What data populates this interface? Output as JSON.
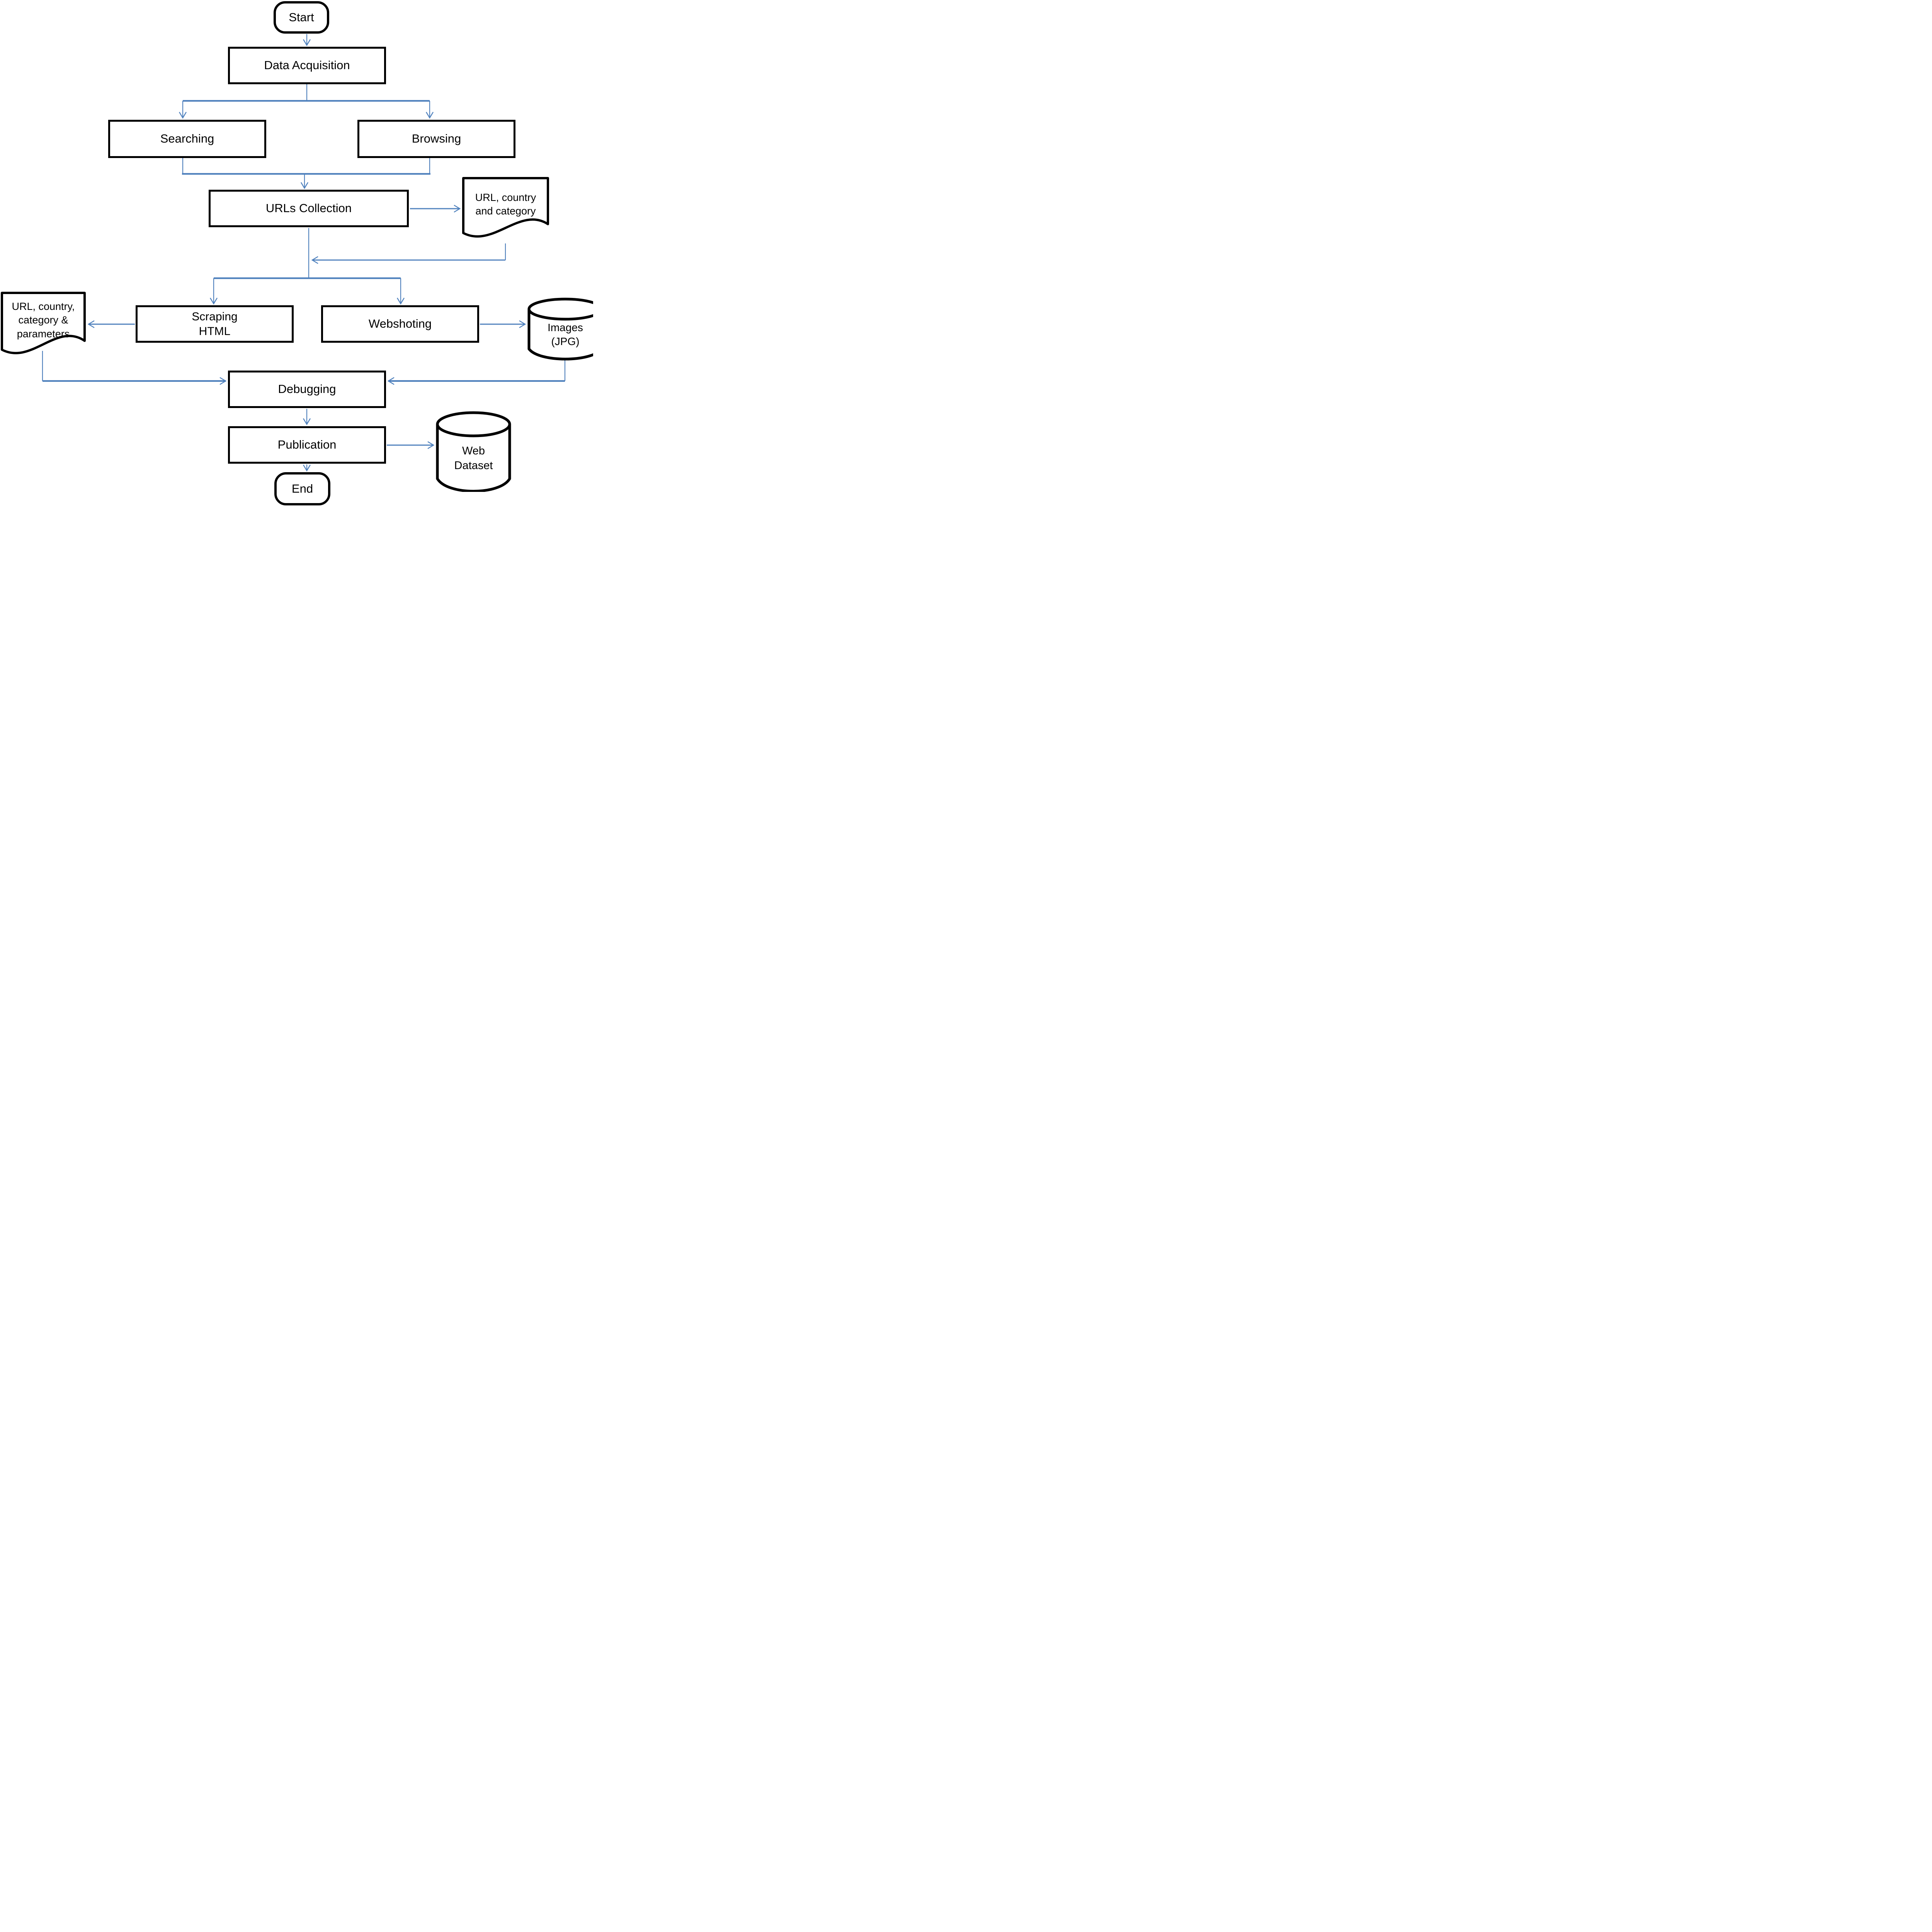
{
  "diagram_type": "flowchart",
  "colors": {
    "connector": "#4F81BD",
    "shape_border": "#000000",
    "shape_fill": "#FFFFFF",
    "text": "#000000",
    "background": "#FFFFFF"
  },
  "nodes": {
    "start": {
      "label": "Start",
      "shape": "terminator"
    },
    "data_acquisition": {
      "label": "Data Acquisition",
      "shape": "process"
    },
    "searching": {
      "label": "Searching",
      "shape": "process"
    },
    "browsing": {
      "label": "Browsing",
      "shape": "process"
    },
    "urls_collection": {
      "label": "URLs Collection",
      "shape": "process"
    },
    "url_country_category": {
      "label": "URL, country\nand category",
      "shape": "document"
    },
    "scraping_html": {
      "label": "Scraping\nHTML",
      "shape": "process"
    },
    "webshoting": {
      "label": "Webshoting",
      "shape": "process"
    },
    "url_country_category_parameters": {
      "label": "URL, country,\ncategory &\nparameters",
      "shape": "document"
    },
    "images_jpg": {
      "label": "Images\n(JPG)",
      "shape": "database"
    },
    "debugging": {
      "label": "Debugging",
      "shape": "process"
    },
    "publication": {
      "label": "Publication",
      "shape": "process"
    },
    "web_dataset": {
      "label": "Web\nDataset",
      "shape": "database"
    },
    "end": {
      "label": "End",
      "shape": "terminator"
    }
  },
  "edges": [
    {
      "from": "start",
      "to": "data_acquisition"
    },
    {
      "from": "data_acquisition",
      "to": "searching"
    },
    {
      "from": "data_acquisition",
      "to": "browsing"
    },
    {
      "from": "searching",
      "to": "urls_collection"
    },
    {
      "from": "browsing",
      "to": "urls_collection"
    },
    {
      "from": "urls_collection",
      "to": "url_country_category"
    },
    {
      "from": "url_country_category",
      "to": "scraping_html"
    },
    {
      "from": "url_country_category",
      "to": "webshoting"
    },
    {
      "from": "urls_collection",
      "to": "scraping_html"
    },
    {
      "from": "urls_collection",
      "to": "webshoting"
    },
    {
      "from": "scraping_html",
      "to": "url_country_category_parameters"
    },
    {
      "from": "webshoting",
      "to": "images_jpg"
    },
    {
      "from": "url_country_category_parameters",
      "to": "debugging"
    },
    {
      "from": "images_jpg",
      "to": "debugging"
    },
    {
      "from": "debugging",
      "to": "publication"
    },
    {
      "from": "publication",
      "to": "web_dataset"
    },
    {
      "from": "publication",
      "to": "end"
    }
  ]
}
